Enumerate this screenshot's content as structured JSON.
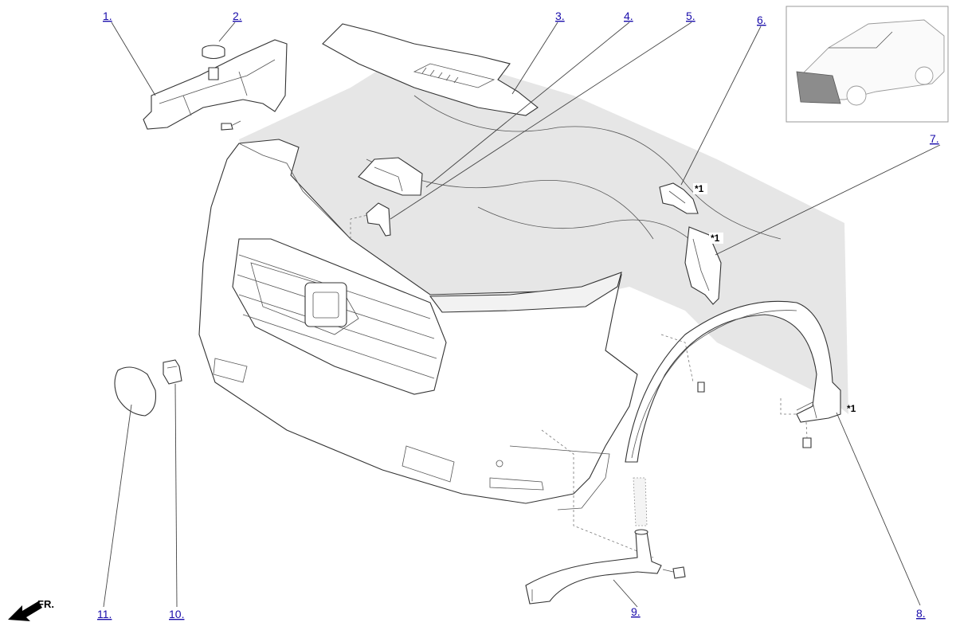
{
  "callouts": [
    {
      "id": "1",
      "label": "1."
    },
    {
      "id": "2",
      "label": "2."
    },
    {
      "id": "3",
      "label": "3."
    },
    {
      "id": "4",
      "label": "4."
    },
    {
      "id": "5",
      "label": "5."
    },
    {
      "id": "6",
      "label": "6."
    },
    {
      "id": "7",
      "label": "7."
    },
    {
      "id": "8",
      "label": "8."
    },
    {
      "id": "9",
      "label": "9."
    },
    {
      "id": "10",
      "label": "10."
    },
    {
      "id": "11",
      "label": "11."
    }
  ],
  "notes": {
    "star1": "*1"
  },
  "direction": {
    "label": "FR.",
    "icon": "front-direction-arrow-icon"
  },
  "colors": {
    "link": "#1a0dab",
    "body_shade": "#e6e6e6",
    "highlight": "#8c8c8c"
  }
}
